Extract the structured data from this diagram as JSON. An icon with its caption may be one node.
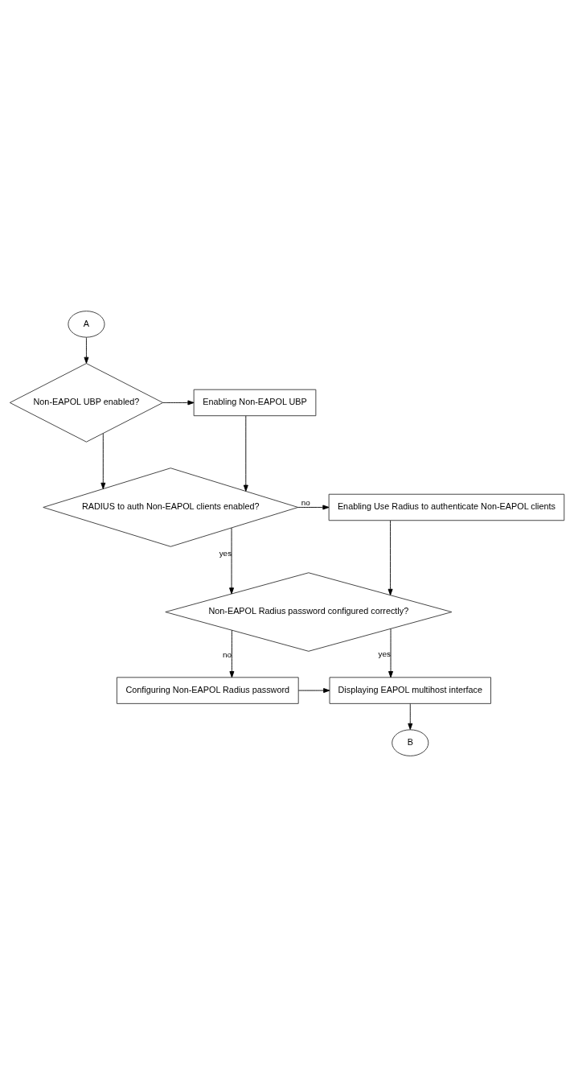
{
  "diagram": {
    "nodes": [
      {
        "text": [
          "A"
        ]
      },
      {
        "text": [
          "Non-EAPOL UBP enabled?"
        ]
      },
      {
        "text": [
          "Enabling Non-EAPOL UBP"
        ]
      },
      {
        "text": [
          "RADIUS to auth Non-EAPOL clients enabled?"
        ]
      },
      {
        "text": [
          "Enabling Use Radius to authenticate Non-EAPOL clients"
        ]
      },
      {
        "text": [
          "Non-EAPOL Radius password configured correctly?"
        ]
      },
      {
        "text": [
          "Displaying EAPOL multihost interface"
        ]
      },
      {
        "text": [
          "Configuring Non-EAPOL Radius password"
        ]
      },
      {
        "text": [
          "B"
        ]
      }
    ],
    "edges": [
      {
        "from": 0,
        "to": 1,
        "arrow": "to"
      },
      {
        "from": 1,
        "to": 2,
        "arrow": "to"
      },
      {
        "from": 1,
        "to": 3,
        "arrow": "to"
      },
      {
        "from": 2,
        "to": 3,
        "arrow": "to"
      },
      {
        "from": 3,
        "to": 4,
        "arrow": "to",
        "label": "no"
      },
      {
        "from": 3,
        "to": 5,
        "arrow": "to",
        "label": "yes"
      },
      {
        "from": 4,
        "to": 5,
        "arrow": "to"
      },
      {
        "from": 5,
        "to": 7,
        "arrow": "to",
        "label": "no"
      },
      {
        "from": 5,
        "to": 6,
        "arrow": "to",
        "label": "yes"
      },
      {
        "from": 7,
        "to": 6,
        "arrow": "to"
      },
      {
        "from": 6,
        "to": 8,
        "arrow": "to"
      }
    ]
  }
}
